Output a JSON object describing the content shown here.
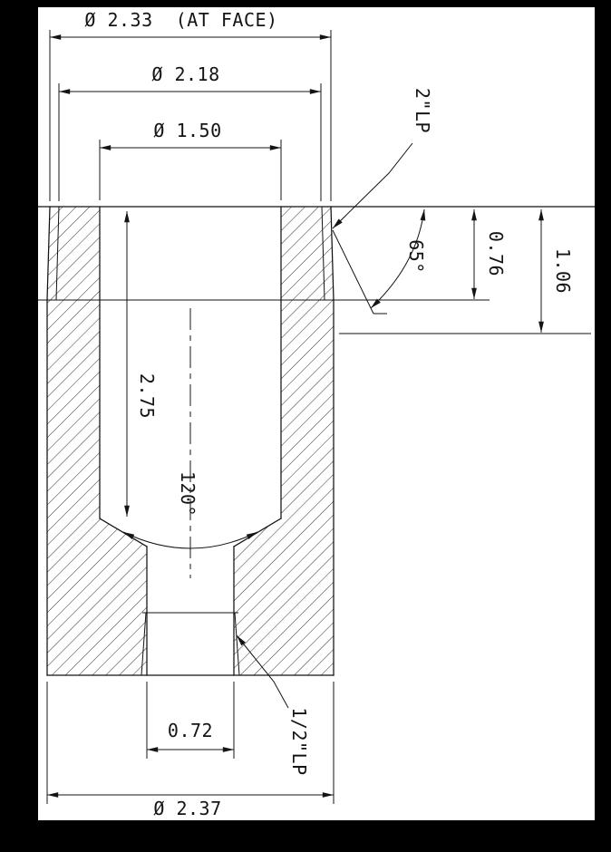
{
  "colors": {
    "background": "#000000",
    "paper": "#ffffff",
    "ink": "#141414"
  },
  "dims": {
    "dia_face": "Ø 2.33  (AT FACE)",
    "dia_218": "Ø 2.18",
    "dia_150": "Ø 1.50",
    "thread_top": "2\"LP",
    "chamfer_angle": "65°",
    "len_076": "0.76",
    "len_106": "1.06",
    "bore_depth": "2.75",
    "cone_angle": "120°",
    "small_bore": "0.72",
    "thread_bottom": "1/2\"LP",
    "dia_bottom": "Ø 2.37"
  },
  "values": {
    "diameter_at_face_in": 2.33,
    "diameter_minor_in": 2.18,
    "bore_diameter_in": 1.5,
    "thread_length_in": 0.76,
    "total_thread_zone_in": 1.06,
    "bore_depth_in": 2.75,
    "drill_point_angle_deg": 120,
    "chamfer_angle_deg": 65,
    "small_bore_diameter_in": 0.72,
    "body_diameter_in": 2.37
  }
}
